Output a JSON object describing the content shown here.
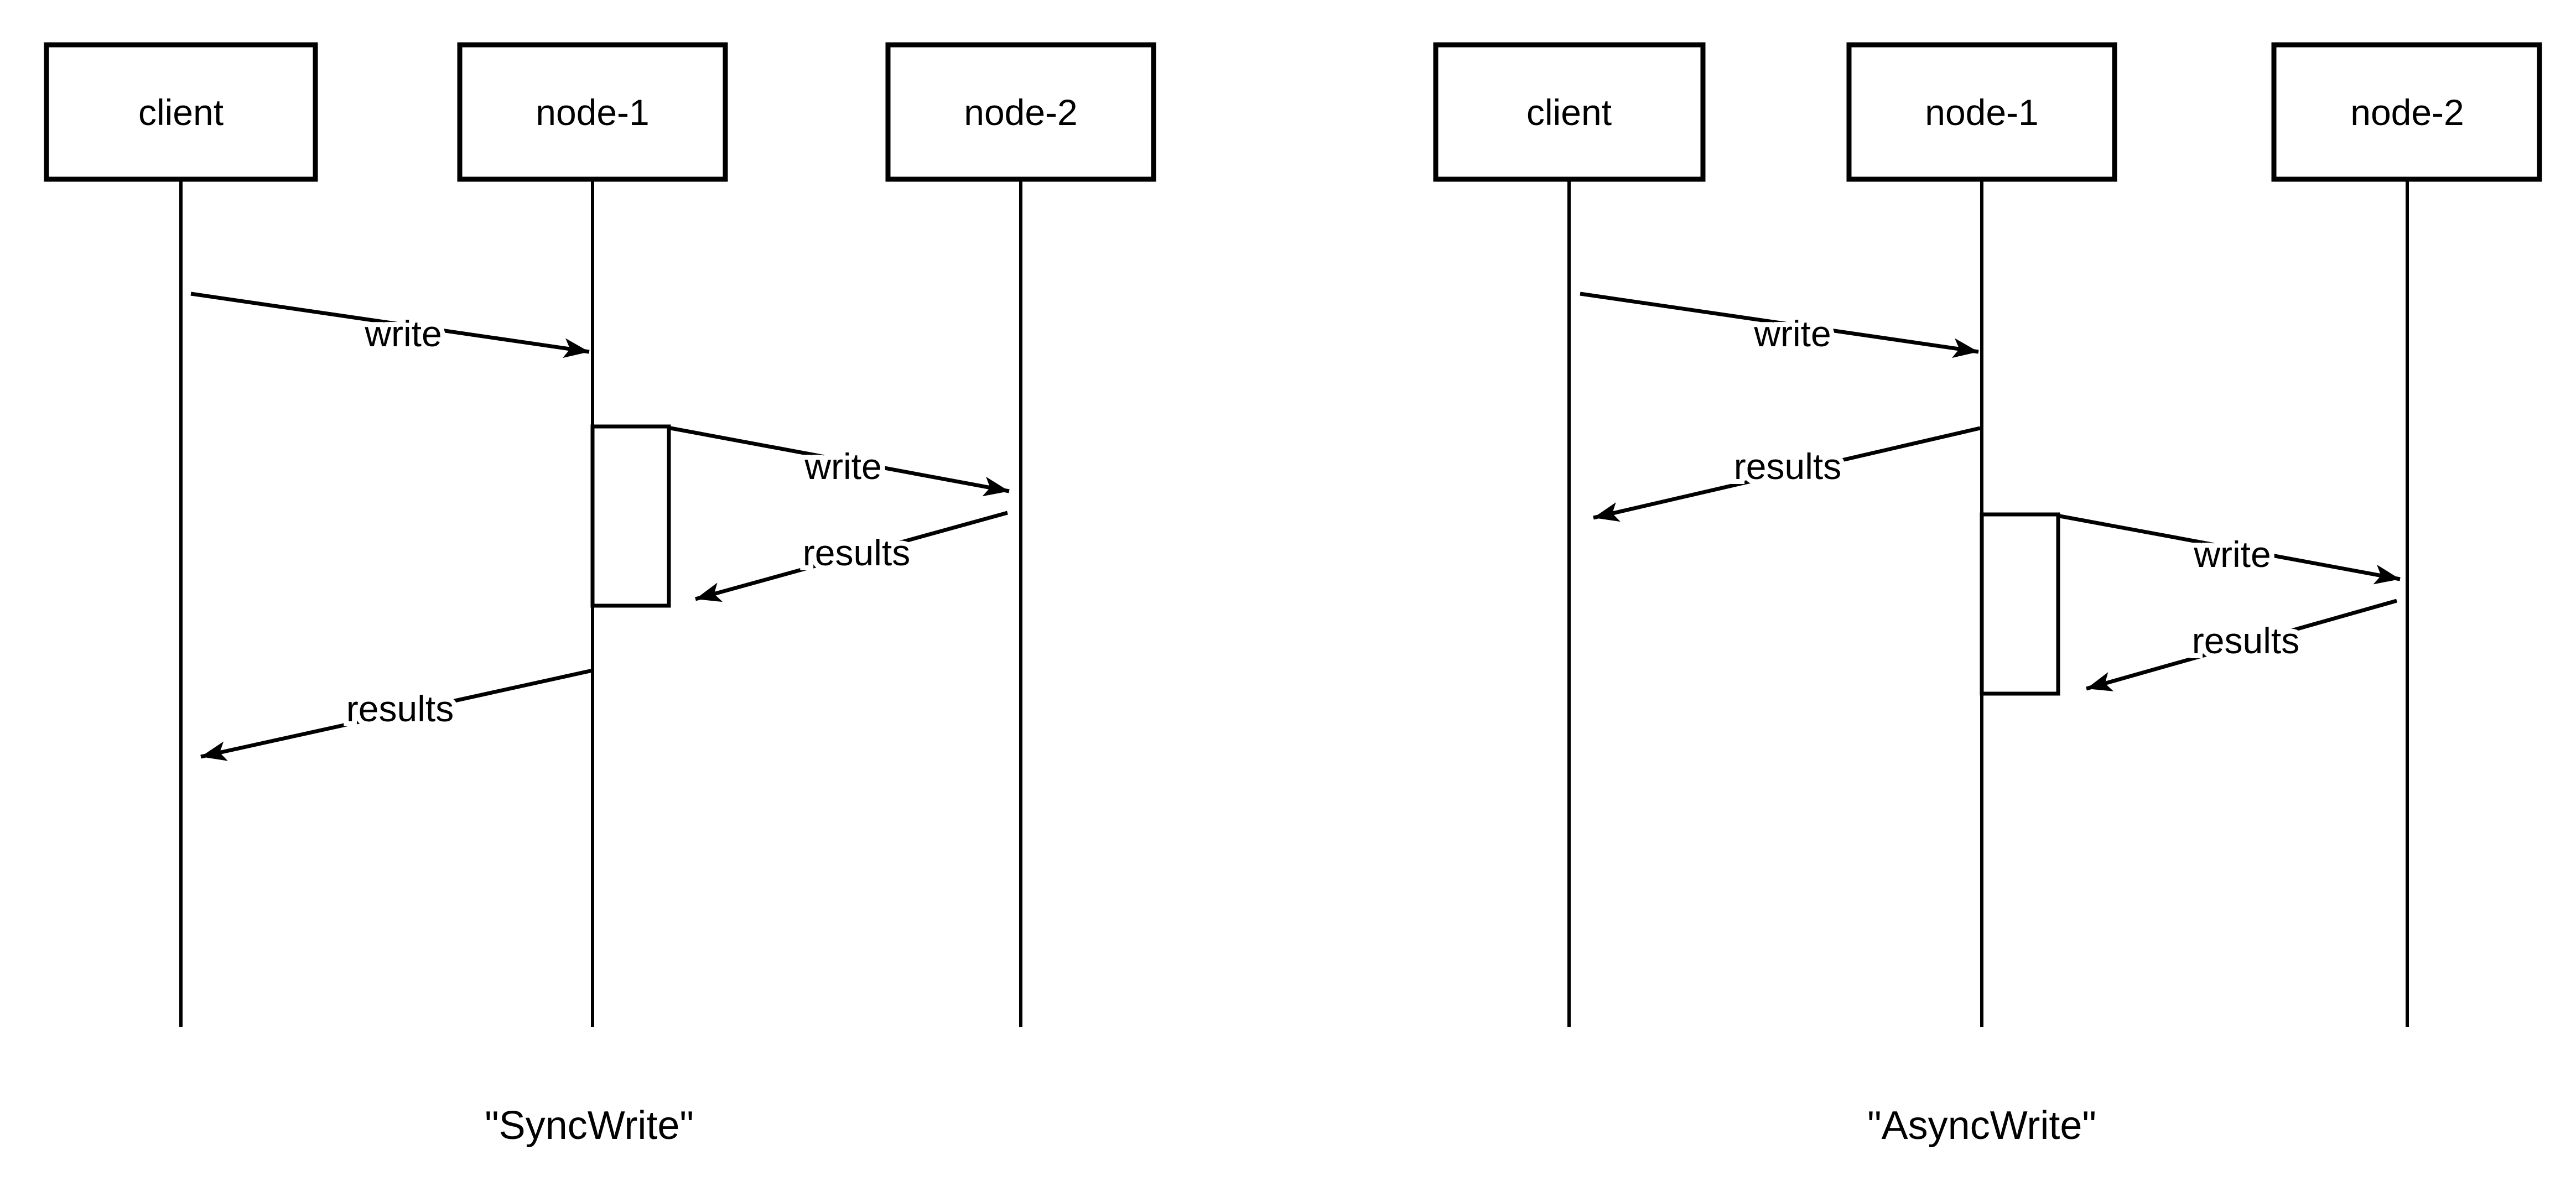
{
  "page": {
    "background_color": "#ffffff",
    "ink_color": "#000000"
  },
  "diagrams": [
    {
      "id": "sync",
      "caption": "\"SyncWrite\"",
      "actors": [
        {
          "label": "client"
        },
        {
          "label": "node-1"
        },
        {
          "label": "node-2"
        }
      ],
      "messages": [
        {
          "label": "write",
          "from": "client",
          "to": "node-1"
        },
        {
          "label": "write",
          "from": "node-1",
          "to": "node-2"
        },
        {
          "label": "results",
          "from": "node-2",
          "to": "node-1"
        },
        {
          "label": "results",
          "from": "node-1",
          "to": "client"
        }
      ]
    },
    {
      "id": "async",
      "caption": "\"AsyncWrite\"",
      "actors": [
        {
          "label": "client"
        },
        {
          "label": "node-1"
        },
        {
          "label": "node-2"
        }
      ],
      "messages": [
        {
          "label": "write",
          "from": "client",
          "to": "node-1"
        },
        {
          "label": "results",
          "from": "node-1",
          "to": "client"
        },
        {
          "label": "write",
          "from": "node-1",
          "to": "node-2"
        },
        {
          "label": "results",
          "from": "node-2",
          "to": "node-1"
        }
      ]
    }
  ]
}
